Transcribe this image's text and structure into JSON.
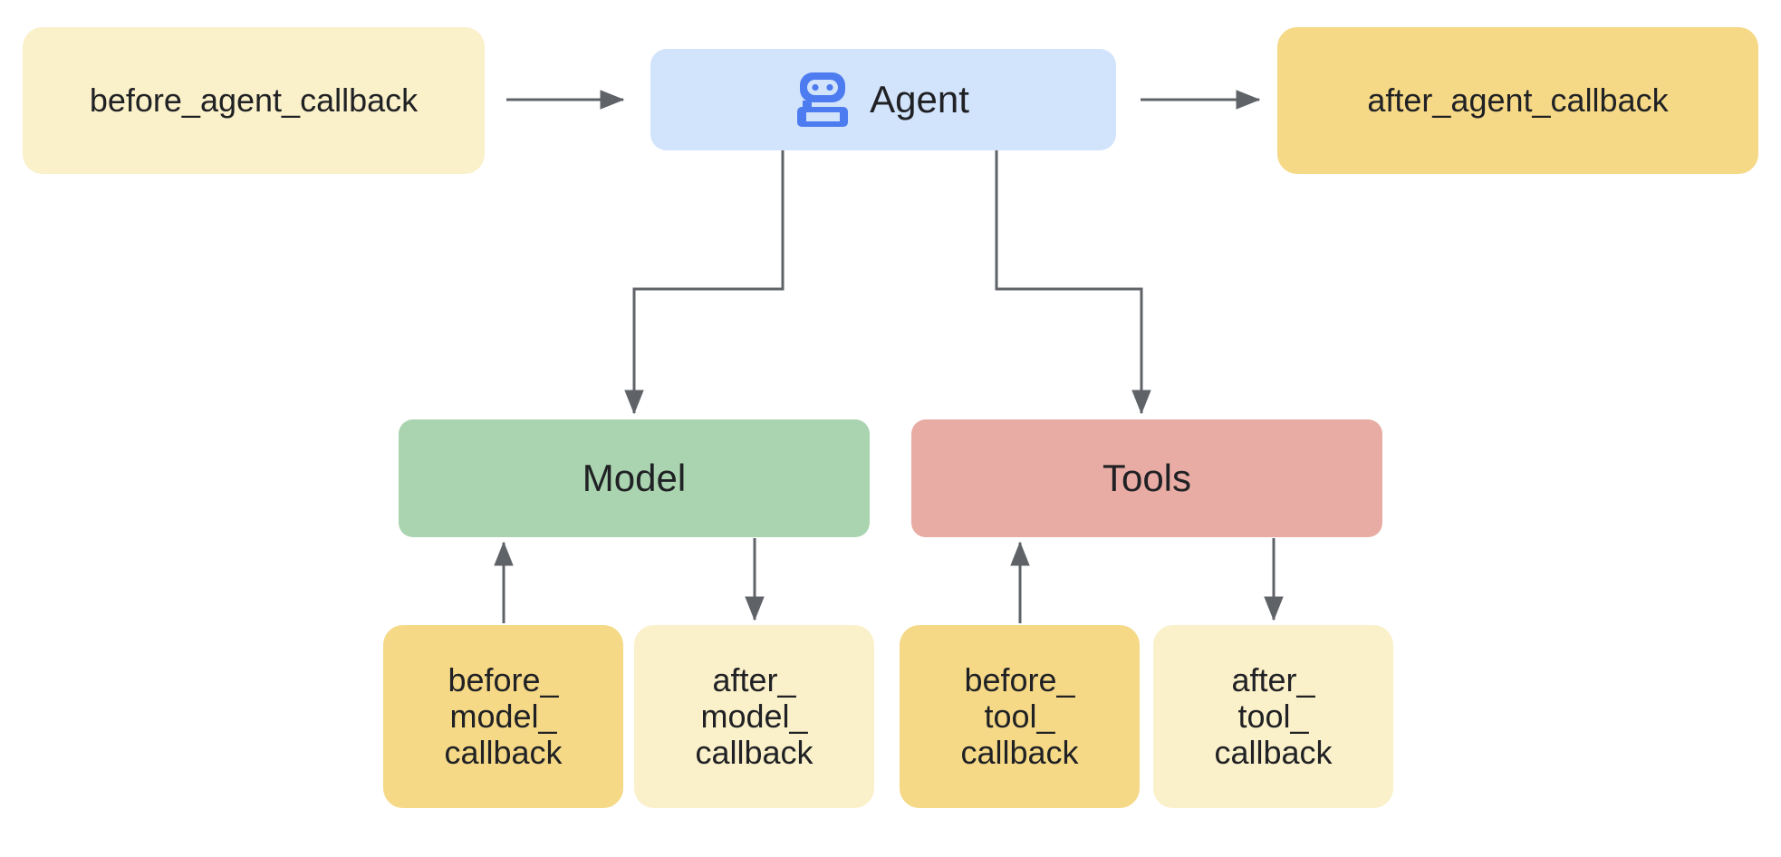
{
  "colors": {
    "background": "#FFFFFF",
    "cream": "#FAF0C9",
    "gold": "#F5D987",
    "agent_bg": "#D2E3FC",
    "agent_icon": "#4D7CF0",
    "model_bg": "#AAD4B0",
    "tools_bg": "#E8ACA4",
    "line": "#5F6368",
    "text": "#202124"
  },
  "nodes": {
    "before_agent_callback": {
      "label": "before_agent_callback"
    },
    "agent": {
      "label": "Agent",
      "icon": "robot-icon"
    },
    "after_agent_callback": {
      "label": "after_agent_callback"
    },
    "model": {
      "label": "Model"
    },
    "tools": {
      "label": "Tools"
    },
    "before_model_callback": {
      "label": "before_\nmodel_\ncallback"
    },
    "after_model_callback": {
      "label": "after_\nmodel_\ncallback"
    },
    "before_tool_callback": {
      "label": "before_\ntool_\ncallback"
    },
    "after_tool_callback": {
      "label": "after_\ntool_\ncallback"
    }
  }
}
